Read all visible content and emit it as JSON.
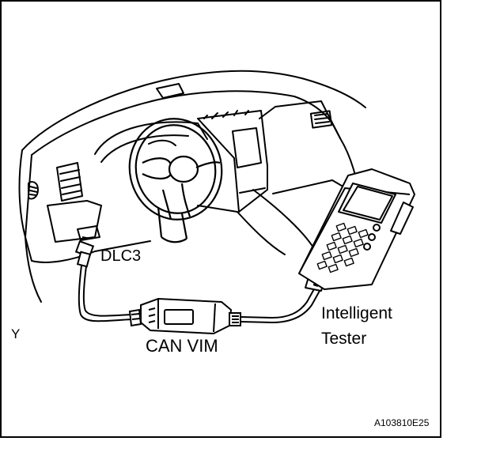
{
  "labels": {
    "dlc3": "DLC3",
    "can_vim": "CAN VIM",
    "tester_line1": "Intelligent",
    "tester_line2": "Tester",
    "corner_mark": "Y",
    "figure_id": "A103810E25"
  },
  "icons": {
    "dashboard": "dashboard-drawing-icon",
    "steering_wheel": "steering-wheel-icon",
    "tester": "handheld-tester-icon",
    "vim": "can-vim-module-icon",
    "connector": "dlc3-connector-icon"
  },
  "colors": {
    "line": "#000000",
    "background": "#ffffff"
  }
}
